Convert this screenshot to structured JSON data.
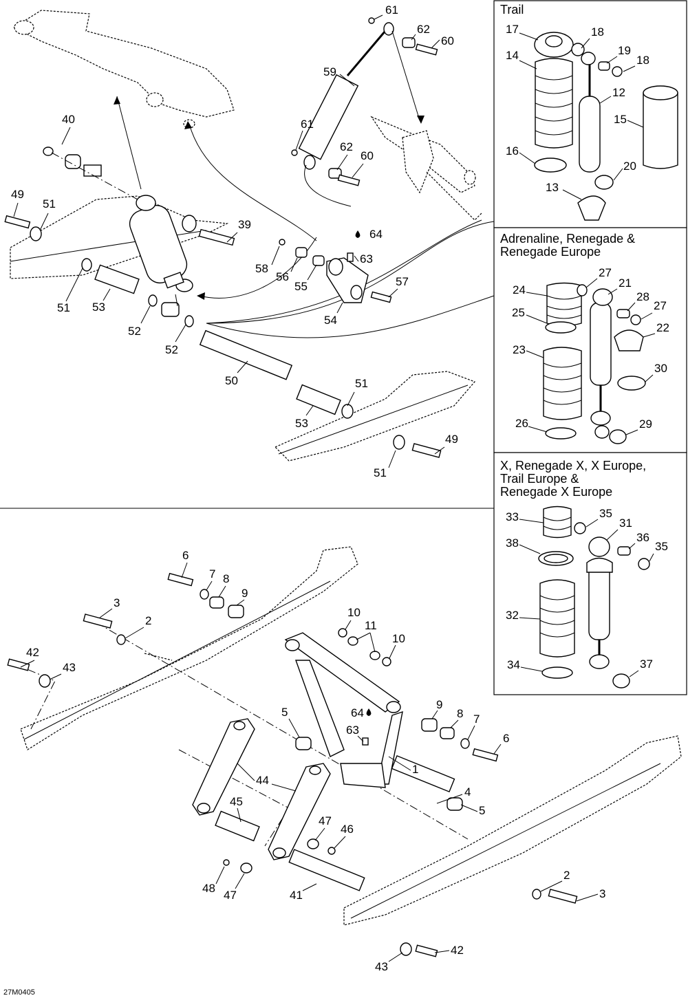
{
  "diagram_code": "27M0405",
  "panels": [
    {
      "id": "trail",
      "title_lines": [
        "Trail"
      ]
    },
    {
      "id": "adrenaline",
      "title_lines": [
        "Adrenaline, Renegade &",
        "Renegade Europe"
      ]
    },
    {
      "id": "x",
      "title_lines": [
        "X, Renegade X, X Europe,",
        "Trail Europe &",
        "Renegade X Europe"
      ]
    }
  ],
  "callouts": [
    {
      "id": "c61a",
      "text": "61"
    },
    {
      "id": "c62a",
      "text": "62"
    },
    {
      "id": "c60a",
      "text": "60"
    },
    {
      "id": "c59",
      "text": "59"
    },
    {
      "id": "c61b",
      "text": "61"
    },
    {
      "id": "c62b",
      "text": "62"
    },
    {
      "id": "c60b",
      "text": "60"
    },
    {
      "id": "c40",
      "text": "40"
    },
    {
      "id": "c49a",
      "text": "49"
    },
    {
      "id": "c51a",
      "text": "51"
    },
    {
      "id": "c39",
      "text": "39"
    },
    {
      "id": "c64a",
      "text": "64"
    },
    {
      "id": "c63a",
      "text": "63"
    },
    {
      "id": "c58",
      "text": "58"
    },
    {
      "id": "c56",
      "text": "56"
    },
    {
      "id": "c55",
      "text": "55"
    },
    {
      "id": "c57",
      "text": "57"
    },
    {
      "id": "c54",
      "text": "54"
    },
    {
      "id": "c51b",
      "text": "51"
    },
    {
      "id": "c53a",
      "text": "53"
    },
    {
      "id": "c52a",
      "text": "52"
    },
    {
      "id": "c52b",
      "text": "52"
    },
    {
      "id": "c50",
      "text": "50"
    },
    {
      "id": "c51c",
      "text": "51"
    },
    {
      "id": "c53b",
      "text": "53"
    },
    {
      "id": "c49b",
      "text": "49"
    },
    {
      "id": "c51d",
      "text": "51"
    },
    {
      "id": "c17",
      "text": "17"
    },
    {
      "id": "c18a",
      "text": "18"
    },
    {
      "id": "c19",
      "text": "19"
    },
    {
      "id": "c18b",
      "text": "18"
    },
    {
      "id": "c14",
      "text": "14"
    },
    {
      "id": "c12",
      "text": "12"
    },
    {
      "id": "c15",
      "text": "15"
    },
    {
      "id": "c16",
      "text": "16"
    },
    {
      "id": "c20",
      "text": "20"
    },
    {
      "id": "c13",
      "text": "13"
    },
    {
      "id": "c24",
      "text": "24"
    },
    {
      "id": "c27a",
      "text": "27"
    },
    {
      "id": "c21",
      "text": "21"
    },
    {
      "id": "c28",
      "text": "28"
    },
    {
      "id": "c27b",
      "text": "27"
    },
    {
      "id": "c25",
      "text": "25"
    },
    {
      "id": "c22",
      "text": "22"
    },
    {
      "id": "c23",
      "text": "23"
    },
    {
      "id": "c30",
      "text": "30"
    },
    {
      "id": "c26",
      "text": "26"
    },
    {
      "id": "c29",
      "text": "29"
    },
    {
      "id": "c33",
      "text": "33"
    },
    {
      "id": "c35a",
      "text": "35"
    },
    {
      "id": "c31",
      "text": "31"
    },
    {
      "id": "c38",
      "text": "38"
    },
    {
      "id": "c36",
      "text": "36"
    },
    {
      "id": "c35b",
      "text": "35"
    },
    {
      "id": "c32",
      "text": "32"
    },
    {
      "id": "c34",
      "text": "34"
    },
    {
      "id": "c37",
      "text": "37"
    },
    {
      "id": "c6a",
      "text": "6"
    },
    {
      "id": "c7a",
      "text": "7"
    },
    {
      "id": "c8a",
      "text": "8"
    },
    {
      "id": "c9a",
      "text": "9"
    },
    {
      "id": "c3a",
      "text": "3"
    },
    {
      "id": "c2a",
      "text": "2"
    },
    {
      "id": "c42a",
      "text": "42"
    },
    {
      "id": "c43a",
      "text": "43"
    },
    {
      "id": "c10a",
      "text": "10"
    },
    {
      "id": "c11",
      "text": "11"
    },
    {
      "id": "c10b",
      "text": "10"
    },
    {
      "id": "c5a",
      "text": "5"
    },
    {
      "id": "c64b",
      "text": "64"
    },
    {
      "id": "c63b",
      "text": "63"
    },
    {
      "id": "c9b",
      "text": "9"
    },
    {
      "id": "c8b",
      "text": "8"
    },
    {
      "id": "c7b",
      "text": "7"
    },
    {
      "id": "c6b",
      "text": "6"
    },
    {
      "id": "c1",
      "text": "1"
    },
    {
      "id": "c44",
      "text": "44"
    },
    {
      "id": "c45",
      "text": "45"
    },
    {
      "id": "c4",
      "text": "4"
    },
    {
      "id": "c5b",
      "text": "5"
    },
    {
      "id": "c47a",
      "text": "47"
    },
    {
      "id": "c46",
      "text": "46"
    },
    {
      "id": "c48",
      "text": "48"
    },
    {
      "id": "c47b",
      "text": "47"
    },
    {
      "id": "c41",
      "text": "41"
    },
    {
      "id": "c2b",
      "text": "2"
    },
    {
      "id": "c3b",
      "text": "3"
    },
    {
      "id": "c43b",
      "text": "43"
    },
    {
      "id": "c42b",
      "text": "42"
    }
  ]
}
